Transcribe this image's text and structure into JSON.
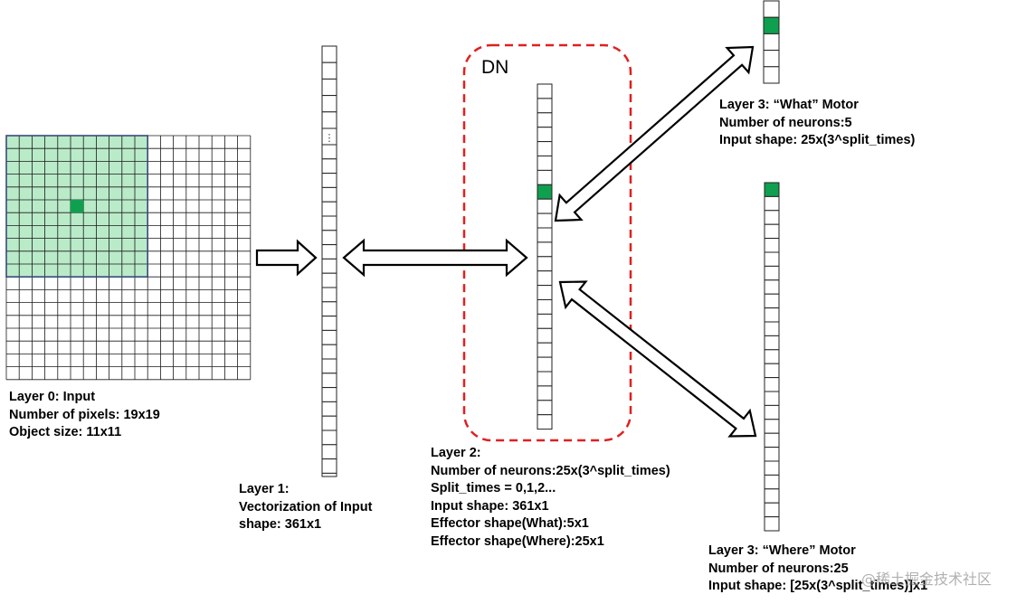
{
  "colors": {
    "grid_line": "#1a1a1a",
    "highlight_fill": "#b9ebc9",
    "highlight_border": "#3a4a7a",
    "active_neuron": "#0fa04f",
    "dn_border": "#e02020",
    "arrow_fill": "#ffffff",
    "arrow_stroke": "#000000"
  },
  "layer0": {
    "grid_size": 19,
    "object_size": 11,
    "lines": [
      "Layer 0: Input",
      "Number of pixels: 19x19",
      "Object size: 11x11"
    ]
  },
  "layer1": {
    "ellipsis": "⋮",
    "lines": [
      "Layer 1:",
      "Vectorization of Input",
      "shape: 361x1"
    ]
  },
  "dn": {
    "label": "DN"
  },
  "layer2": {
    "lines": [
      "Layer 2:",
      "Number of neurons:25x(3^split_times)",
      "Split_times = 0,1,2...",
      "Input shape: 361x1",
      "Effector shape(What):5x1",
      "Effector shape(Where):25x1"
    ]
  },
  "layer3_what": {
    "neurons": 5,
    "lines": [
      "Layer 3:  “What” Motor",
      "Number of neurons:5",
      "Input shape: 25x(3^split_times)"
    ]
  },
  "layer3_where": {
    "neurons": 25,
    "lines": [
      "Layer 3:  “Where” Motor",
      "Number of neurons:25",
      "Input shape: [25x(3^split_times)]x1"
    ]
  },
  "watermark": "@稀土掘金技术社区"
}
